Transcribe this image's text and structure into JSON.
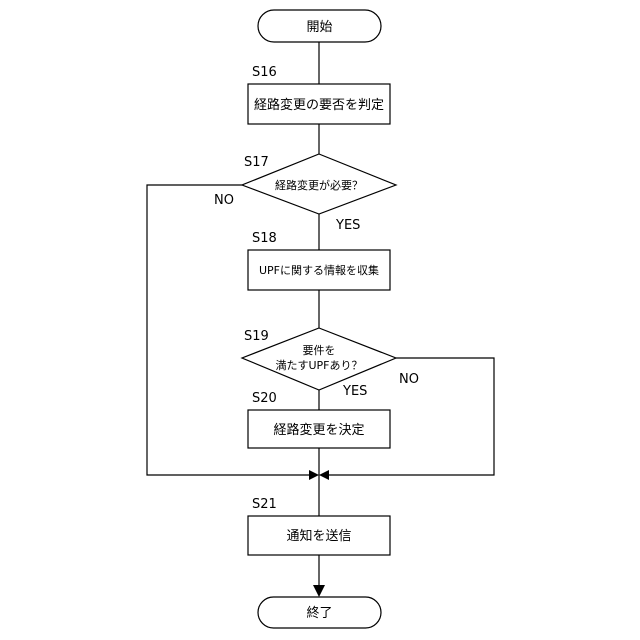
{
  "start_label": "開始",
  "end_label": "終了",
  "steps": {
    "s16": {
      "id": "S16",
      "label": "経路変更の要否を判定"
    },
    "s17": {
      "id": "S17",
      "label": "経路変更が必要？",
      "yes": "YES",
      "no": "NO"
    },
    "s18": {
      "id": "S18",
      "label": "UPFに関する情報を収集"
    },
    "s19": {
      "id": "S19",
      "label_line1": "要件を",
      "label_line2": "満たすUPFあり？",
      "yes": "YES",
      "no": "NO"
    },
    "s20": {
      "id": "S20",
      "label": "経路変更を決定"
    },
    "s21": {
      "id": "S21",
      "label": "通知を送信"
    }
  }
}
